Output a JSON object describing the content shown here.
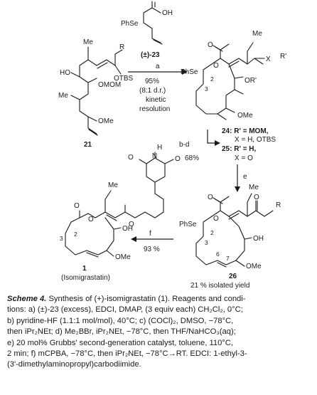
{
  "reagent": {
    "acid": "OH",
    "phse": "PhSe",
    "label": "(±)-23"
  },
  "compounds": {
    "c21": {
      "me": "Me",
      "r": "R",
      "ho": "HO",
      "otbs": "OTBS",
      "me2": "Me",
      "omom": "OMOM",
      "ome": "OMe",
      "number": "21"
    },
    "c24": {
      "me": "Me",
      "x": "X",
      "r": "R'",
      "phse": "PhSe",
      "n2": "2",
      "n3": "3",
      "or": "OR'",
      "ome": "OMe",
      "note24": "24: R' = MOM,",
      "note24b": "X = H, OTBS",
      "note25": "25: R' = H,",
      "note25b": "X = O"
    },
    "c26": {
      "me": "Me",
      "r": "R",
      "phse": "PhSe",
      "n2": "2",
      "n3": "3",
      "n6": "6",
      "n7": "7",
      "oh": "OH",
      "ome": "OMe",
      "number": "26",
      "yield": "21 % isolated yield"
    },
    "c1": {
      "me": "Me",
      "n2": "2",
      "n3": "3",
      "oh": "OH",
      "ome": "OMe",
      "number": "1",
      "name": "(Isomigrastatin)",
      "nh": "H",
      "n": "N"
    }
  },
  "arrows": {
    "a": {
      "label": "a",
      "yield": "95%",
      "dr": "(8:1 d.r.)",
      "kinetic": "kinetic",
      "resolution": "resolution"
    },
    "bd": {
      "label": "b-d",
      "yield": "68%"
    },
    "e": {
      "label": "e"
    },
    "f": {
      "label": "f",
      "yield": "93 %"
    }
  },
  "caption": {
    "head": "Scheme 4.",
    "lines": [
      "Synthesis of (+)-isomigrastatin (1). Reagents and condi-",
      "tions: a) (±)-23 (excess), EDCI, DMAP, (3 equiv each) CH₂Cl₂, 0°C;",
      "b) pyridine-HF (1.1:1 mol/mol), 40°C; c) (COCl)₂, DMSO, −78°C,",
      "then iPr₂NEt; d) Me₂BBr, iPr₂NEt, −78°C, then THF/NaHCO₃(aq);",
      "e) 20 mol% Grubbs' second-generation catalyst, toluene, 110°C,",
      "2 min; f) mCPBA, −78°C, then iPr₂NEt, −78°C→RT. EDCI: 1-ethyl-3-",
      "(3'-dimethylaminopropyl)carbodiimide."
    ]
  }
}
